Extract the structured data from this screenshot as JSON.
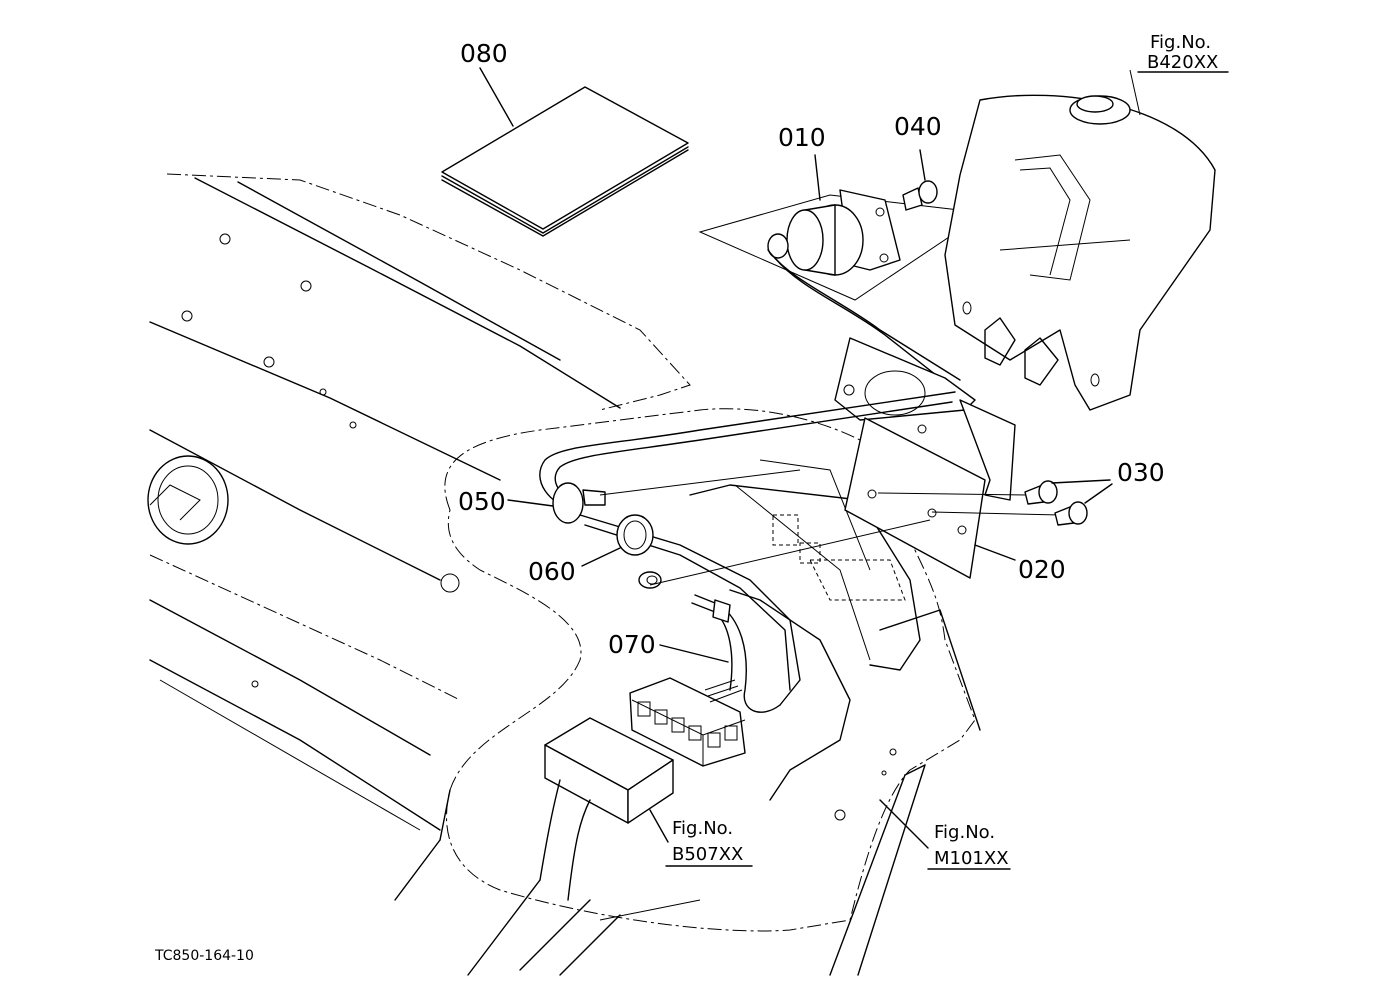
{
  "parts": [
    {
      "id": "part-080",
      "label": "080"
    },
    {
      "id": "part-010",
      "label": "010"
    },
    {
      "id": "part-040",
      "label": "040"
    },
    {
      "id": "part-030",
      "label": "030"
    },
    {
      "id": "part-050",
      "label": "050"
    },
    {
      "id": "part-060",
      "label": "060"
    },
    {
      "id": "part-020",
      "label": "020"
    },
    {
      "id": "part-070",
      "label": "070"
    }
  ],
  "figure_refs": [
    {
      "id": "ref-b420",
      "line1": "Fig.No.",
      "line2": "B420XX"
    },
    {
      "id": "ref-b507",
      "line1": "Fig.No.",
      "line2": "B507XX"
    },
    {
      "id": "ref-m101",
      "line1": "Fig.No.",
      "line2": "M101XX"
    }
  ],
  "drawing_code": "TC850-164-10"
}
